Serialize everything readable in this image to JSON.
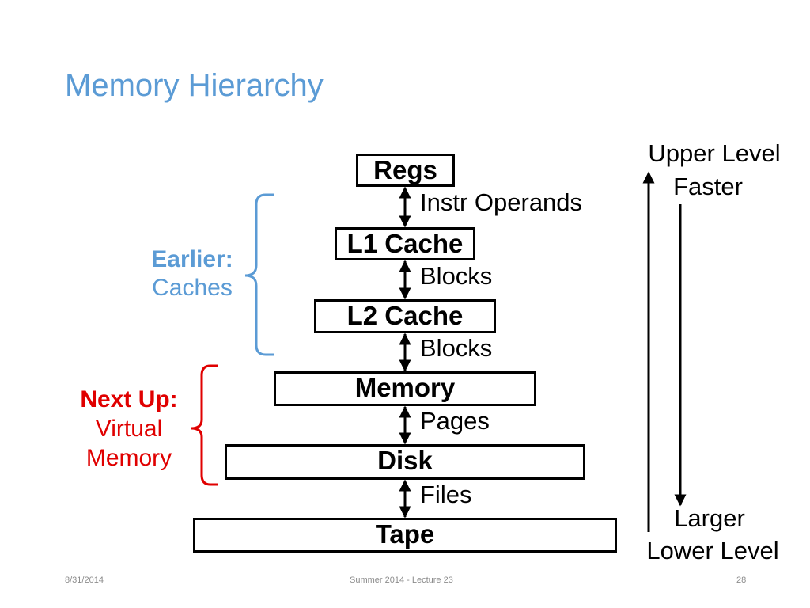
{
  "title": "Memory Hierarchy",
  "levels": {
    "regs": "Regs",
    "l1": "L1 Cache",
    "l2": "L2 Cache",
    "memory": "Memory",
    "disk": "Disk",
    "tape": "Tape"
  },
  "connections": {
    "regs_l1": "Instr Operands",
    "l1_l2": "Blocks",
    "l2_mem": "Blocks",
    "mem_disk": "Pages",
    "disk_tape": "Files"
  },
  "groups": {
    "caches": {
      "heading": "Earlier:",
      "label": "Caches",
      "color": "#5b9bd5"
    },
    "virtual_memory": {
      "heading": "Next Up:",
      "line1": "Virtual",
      "line2": "Memory",
      "color": "#e00000"
    }
  },
  "direction": {
    "upper_level": "Upper Level",
    "faster": "Faster",
    "larger": "Larger",
    "lower_level": "Lower Level"
  },
  "footer": {
    "date": "8/31/2014",
    "course": "Summer 2014 - Lecture 23",
    "page": "28"
  }
}
